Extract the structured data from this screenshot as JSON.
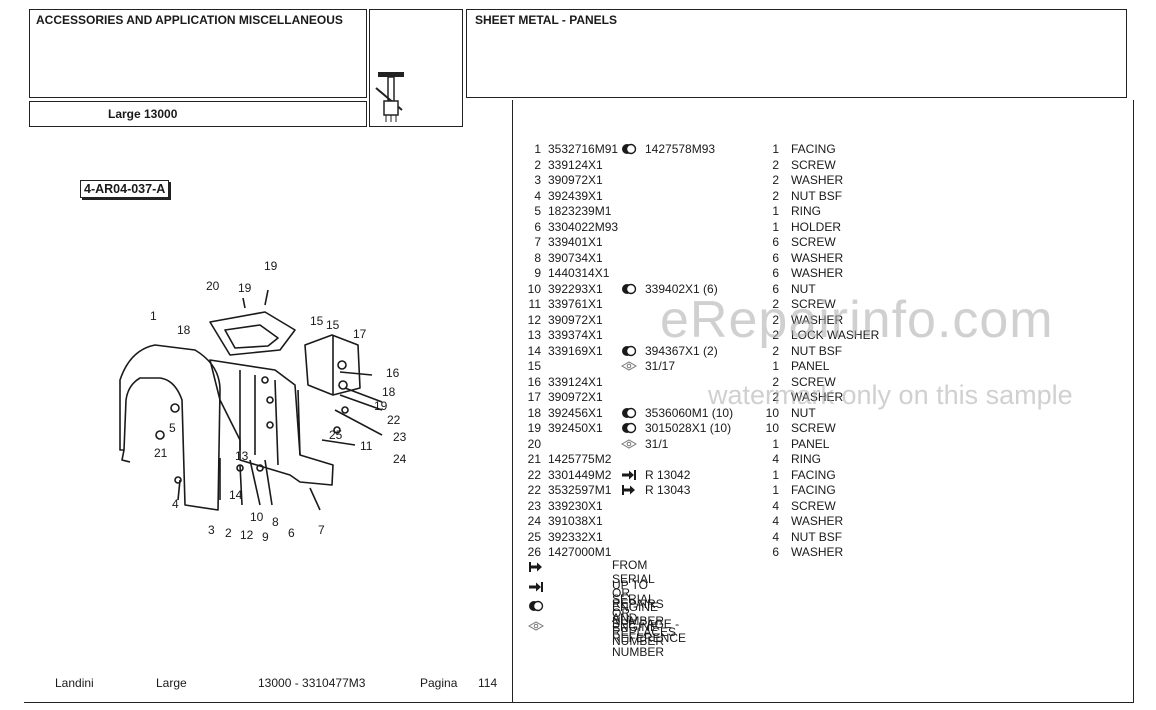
{
  "header": {
    "section_title": "ACCESSORIES AND APPLICATION MISCELLANEOUS",
    "model_label": "Large 13000",
    "group_title": "SHEET METAL - PANELS"
  },
  "diagram": {
    "ref_code": "4-AR04-037-A",
    "callouts": [
      "1",
      "2",
      "3",
      "4",
      "5",
      "6",
      "7",
      "8",
      "9",
      "10",
      "11",
      "12",
      "13",
      "14",
      "15",
      "15",
      "16",
      "17",
      "18",
      "18",
      "19",
      "19",
      "19",
      "20",
      "21",
      "22",
      "23",
      "24",
      "25"
    ]
  },
  "parts": [
    {
      "no": "1",
      "pn": "3532716M91",
      "sym": "repair",
      "alt": "1427578M93",
      "qty": "1",
      "desc": "FACING"
    },
    {
      "no": "2",
      "pn": "339124X1",
      "sym": "",
      "alt": "",
      "qty": "2",
      "desc": "SCREW"
    },
    {
      "no": "3",
      "pn": "390972X1",
      "sym": "",
      "alt": "",
      "qty": "2",
      "desc": "WASHER"
    },
    {
      "no": "4",
      "pn": "392439X1",
      "sym": "",
      "alt": "",
      "qty": "2",
      "desc": "NUT BSF"
    },
    {
      "no": "5",
      "pn": "1823239M1",
      "sym": "",
      "alt": "",
      "qty": "1",
      "desc": "RING"
    },
    {
      "no": "6",
      "pn": "3304022M93",
      "sym": "",
      "alt": "",
      "qty": "1",
      "desc": "HOLDER"
    },
    {
      "no": "7",
      "pn": "339401X1",
      "sym": "",
      "alt": "",
      "qty": "6",
      "desc": "SCREW"
    },
    {
      "no": "8",
      "pn": "390734X1",
      "sym": "",
      "alt": "",
      "qty": "6",
      "desc": "WASHER"
    },
    {
      "no": "9",
      "pn": "1440314X1",
      "sym": "",
      "alt": "",
      "qty": "6",
      "desc": "WASHER"
    },
    {
      "no": "10",
      "pn": "392293X1",
      "sym": "repair",
      "alt": "339402X1  (6)",
      "qty": "6",
      "desc": "NUT"
    },
    {
      "no": "11",
      "pn": "339761X1",
      "sym": "",
      "alt": "",
      "qty": "2",
      "desc": "SCREW"
    },
    {
      "no": "12",
      "pn": "390972X1",
      "sym": "",
      "alt": "",
      "qty": "2",
      "desc": "WASHER"
    },
    {
      "no": "13",
      "pn": "339374X1",
      "sym": "",
      "alt": "",
      "qty": "2",
      "desc": "LOCK WASHER"
    },
    {
      "no": "14",
      "pn": "339169X1",
      "sym": "repair",
      "alt": "394367X1  (2)",
      "qty": "2",
      "desc": "NUT BSF"
    },
    {
      "no": "15",
      "pn": "",
      "sym": "page",
      "alt": "31/17",
      "qty": "1",
      "desc": "PANEL"
    },
    {
      "no": "16",
      "pn": "339124X1",
      "sym": "",
      "alt": "",
      "qty": "2",
      "desc": "SCREW"
    },
    {
      "no": "17",
      "pn": "390972X1",
      "sym": "",
      "alt": "",
      "qty": "2",
      "desc": "WASHER"
    },
    {
      "no": "18",
      "pn": "392456X1",
      "sym": "repair",
      "alt": "3536060M1  (10)",
      "qty": "10",
      "desc": "NUT"
    },
    {
      "no": "19",
      "pn": "392450X1",
      "sym": "repair",
      "alt": "3015028X1  (10)",
      "qty": "10",
      "desc": "SCREW"
    },
    {
      "no": "20",
      "pn": "",
      "sym": "page",
      "alt": "31/1",
      "qty": "1",
      "desc": "PANEL"
    },
    {
      "no": "21",
      "pn": "1425775M2",
      "sym": "",
      "alt": "",
      "qty": "4",
      "desc": "RING"
    },
    {
      "no": "22",
      "pn": "3301449M2",
      "sym": "upto",
      "alt": "R 13042",
      "qty": "1",
      "desc": "FACING"
    },
    {
      "no": "22",
      "pn": "3532597M1",
      "sym": "from",
      "alt": "R 13043",
      "qty": "1",
      "desc": "FACING"
    },
    {
      "no": "23",
      "pn": "339230X1",
      "sym": "",
      "alt": "",
      "qty": "4",
      "desc": "SCREW"
    },
    {
      "no": "24",
      "pn": "391038X1",
      "sym": "",
      "alt": "",
      "qty": "4",
      "desc": "WASHER"
    },
    {
      "no": "25",
      "pn": "392332X1",
      "sym": "",
      "alt": "",
      "qty": "4",
      "desc": "NUT BSF"
    },
    {
      "no": "26",
      "pn": "1427000M1",
      "sym": "",
      "alt": "",
      "qty": "6",
      "desc": "WASHER"
    }
  ],
  "legend": [
    {
      "sym": "from",
      "text": "FROM SERIAL OR ENGINE NUMBER"
    },
    {
      "sym": "upto",
      "text": "UP TO SERIAL OR ENGINE NUMBER"
    },
    {
      "sym": "repair",
      "text": "REPAIRS AND REPLACES"
    },
    {
      "sym": "page",
      "text": "SEE PAGE - REFERENCE NUMBER"
    }
  ],
  "footer": {
    "brand": "Landini",
    "model": "Large",
    "code": "13000 - 3310477M3",
    "page_label": "Pagina",
    "page_number": "114"
  },
  "watermark": {
    "site": "eRepairinfo.com",
    "note": "watermark only on this sample"
  }
}
